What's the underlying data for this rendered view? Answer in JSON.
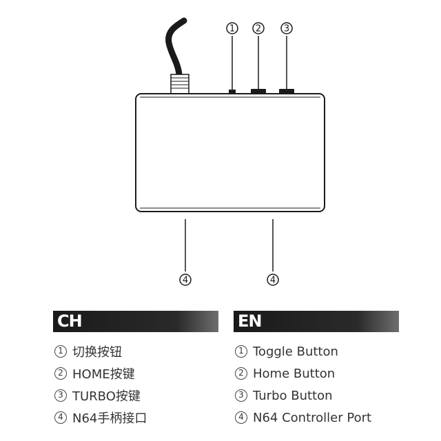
{
  "callouts": {
    "top": [
      "①",
      "②",
      "③"
    ],
    "bottom": [
      "④",
      "④"
    ]
  },
  "sections": {
    "ch": {
      "header": "CH",
      "items": [
        {
          "num": "1",
          "text": "切换按钮"
        },
        {
          "num": "2",
          "text": "HOME按键"
        },
        {
          "num": "3",
          "text": "TURBO按键"
        },
        {
          "num": "4",
          "text": "N64手柄接口"
        }
      ]
    },
    "en": {
      "header": "EN",
      "items": [
        {
          "num": "1",
          "text": "Toggle Button"
        },
        {
          "num": "2",
          "text": "Home Button"
        },
        {
          "num": "3",
          "text": "Turbo Button"
        },
        {
          "num": "4",
          "text": "N64 Controller Port"
        }
      ]
    }
  },
  "colors": {
    "line": "#1a1a1a",
    "header_bg": "#1a1a1a",
    "header_text": "#ffffff",
    "text": "#333333"
  }
}
